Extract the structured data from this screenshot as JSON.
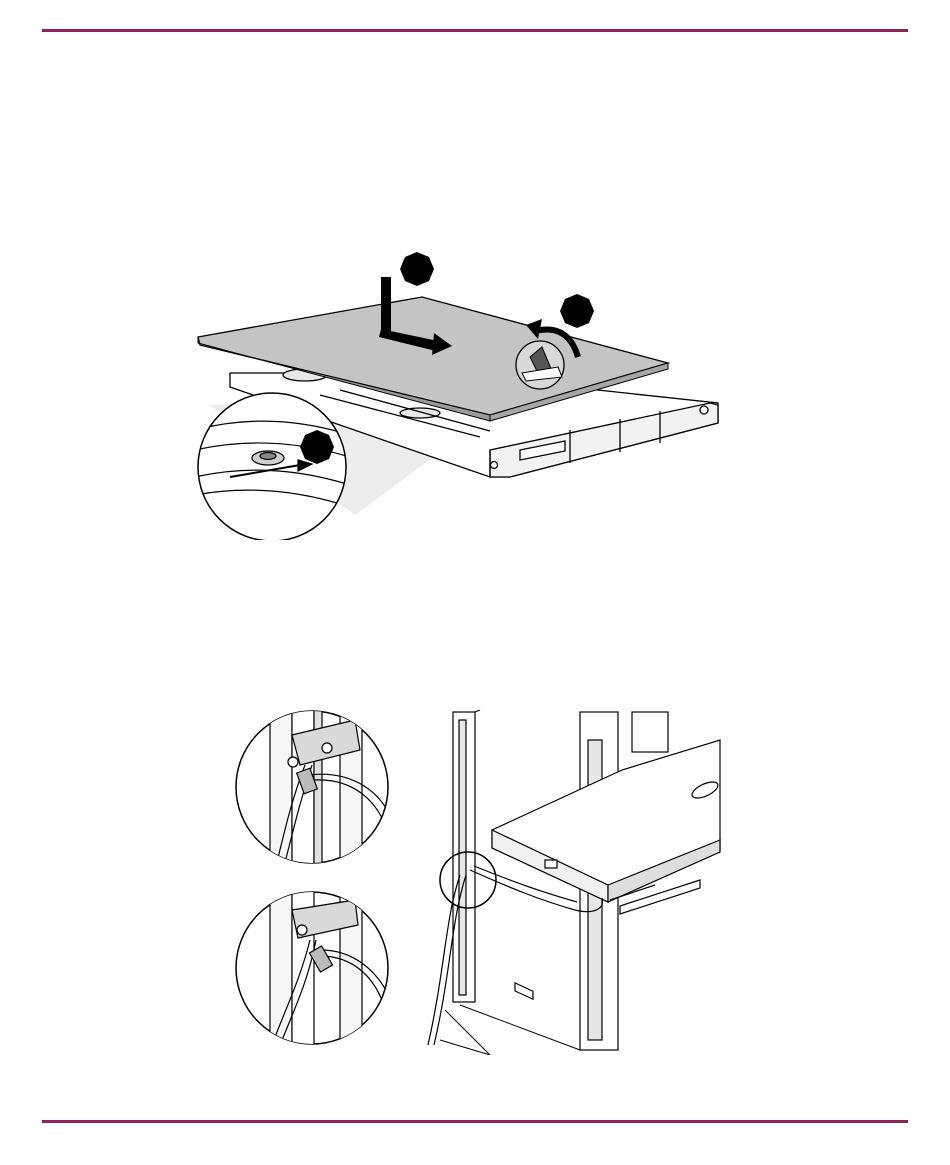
{
  "page": {
    "accent_color": "#8b2257",
    "figures": [
      {
        "id": "top-cover-removal",
        "callouts": 3
      },
      {
        "id": "rack-cable-routing",
        "detail_views": 2
      }
    ]
  }
}
